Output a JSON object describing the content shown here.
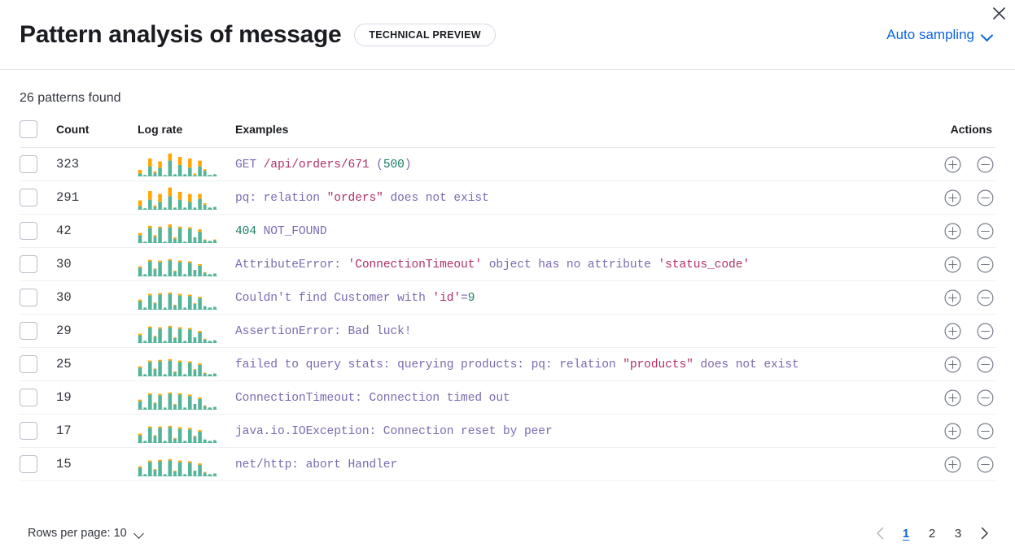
{
  "header": {
    "title": "Pattern analysis of message",
    "badge": "TECHNICAL PREVIEW",
    "sampling_label": "Auto sampling",
    "close_icon": "close-icon",
    "chevron_icon": "chevron-down-icon"
  },
  "summary": {
    "patterns_found": "26 patterns found"
  },
  "table": {
    "columns": {
      "select": "",
      "count": "Count",
      "log_rate": "Log rate",
      "examples": "Examples",
      "actions": "Actions"
    },
    "rows": [
      {
        "count": "323",
        "example_plain": "GET /api/orders/671 (500)",
        "tokens": [
          {
            "t": "GET ",
            "c": "tok-default"
          },
          {
            "t": "/api/orders/671",
            "c": "tok-str"
          },
          {
            "t": " (",
            "c": "tok-default"
          },
          {
            "t": "500",
            "c": "tok-num"
          },
          {
            "t": ")",
            "c": "tok-default"
          }
        ],
        "spark": {
          "teal": [
            4,
            2,
            14,
            5,
            12,
            2,
            22,
            3,
            16,
            3,
            12,
            2,
            14,
            8,
            2,
            3
          ],
          "orange": [
            5,
            0,
            11,
            2,
            9,
            0,
            10,
            0,
            11,
            0,
            13,
            2,
            8,
            2,
            0,
            0
          ]
        }
      },
      {
        "count": "291",
        "example_plain": "pq: relation \"orders\" does not exist",
        "tokens": [
          {
            "t": "pq: relation ",
            "c": "tok-default"
          },
          {
            "t": "\"orders\"",
            "c": "tok-str"
          },
          {
            "t": " does not exist",
            "c": "tok-default"
          }
        ],
        "spark": {
          "teal": [
            5,
            2,
            14,
            4,
            11,
            3,
            19,
            3,
            14,
            3,
            11,
            3,
            15,
            7,
            3,
            4
          ],
          "orange": [
            8,
            0,
            12,
            2,
            11,
            0,
            12,
            0,
            11,
            0,
            11,
            0,
            7,
            2,
            0,
            0
          ]
        }
      },
      {
        "count": "42",
        "example_plain": "404 NOT_FOUND",
        "tokens": [
          {
            "t": "404",
            "c": "tok-num"
          },
          {
            "t": " NOT_FOUND",
            "c": "tok-default"
          }
        ],
        "spark": {
          "teal": [
            11,
            2,
            21,
            9,
            21,
            2,
            22,
            6,
            21,
            2,
            20,
            8,
            16,
            4,
            3,
            4
          ],
          "orange": [
            3,
            0,
            3,
            2,
            2,
            0,
            4,
            2,
            2,
            0,
            2,
            0,
            3,
            1,
            0,
            1
          ]
        }
      },
      {
        "count": "30",
        "example_plain": "AttributeError: 'ConnectionTimeout' object has no attribute 'status_code'",
        "tokens": [
          {
            "t": "AttributeError: ",
            "c": "tok-default"
          },
          {
            "t": "'ConnectionTimeout'",
            "c": "tok-str"
          },
          {
            "t": " object has no attribute ",
            "c": "tok-default"
          },
          {
            "t": "'status_code'",
            "c": "tok-str"
          }
        ],
        "spark": {
          "teal": [
            12,
            3,
            21,
            10,
            20,
            3,
            22,
            7,
            20,
            3,
            19,
            9,
            15,
            5,
            3,
            4
          ],
          "orange": [
            2,
            0,
            2,
            1,
            2,
            0,
            2,
            1,
            2,
            0,
            2,
            0,
            2,
            1,
            0,
            0
          ]
        }
      },
      {
        "count": "30",
        "example_plain": "Couldn't find Customer with 'id'=9",
        "tokens": [
          {
            "t": "Couldn't find Customer with ",
            "c": "tok-default"
          },
          {
            "t": "'id'",
            "c": "tok-str"
          },
          {
            "t": "=",
            "c": "tok-default"
          },
          {
            "t": "9",
            "c": "tok-num"
          }
        ],
        "spark": {
          "teal": [
            12,
            3,
            20,
            9,
            21,
            3,
            22,
            6,
            20,
            3,
            19,
            8,
            16,
            5,
            3,
            4
          ],
          "orange": [
            2,
            0,
            2,
            1,
            2,
            0,
            2,
            1,
            2,
            0,
            2,
            1,
            2,
            0,
            0,
            0
          ]
        }
      },
      {
        "count": "29",
        "example_plain": "AssertionError: Bad luck!",
        "tokens": [
          {
            "t": "AssertionError: Bad luck!",
            "c": "tok-default"
          }
        ],
        "spark": {
          "teal": [
            11,
            3,
            21,
            9,
            20,
            3,
            22,
            7,
            20,
            3,
            19,
            8,
            15,
            5,
            3,
            4
          ],
          "orange": [
            2,
            0,
            2,
            1,
            2,
            0,
            2,
            1,
            2,
            0,
            2,
            0,
            2,
            1,
            0,
            0
          ]
        }
      },
      {
        "count": "25",
        "example_plain": "failed to query stats: querying products: pq: relation \"products\" does not exist",
        "tokens": [
          {
            "t": "failed to query stats: querying products: pq: relation ",
            "c": "tok-default"
          },
          {
            "t": "\"products\"",
            "c": "tok-str"
          },
          {
            "t": " does not exist",
            "c": "tok-default"
          }
        ],
        "spark": {
          "teal": [
            12,
            3,
            20,
            10,
            21,
            3,
            22,
            6,
            20,
            3,
            19,
            9,
            16,
            4,
            3,
            4
          ],
          "orange": [
            2,
            0,
            2,
            1,
            2,
            0,
            2,
            1,
            2,
            0,
            2,
            1,
            2,
            1,
            0,
            0
          ]
        }
      },
      {
        "count": "19",
        "example_plain": "ConnectionTimeout: Connection timed out",
        "tokens": [
          {
            "t": "ConnectionTimeout: Connection timed out",
            "c": "tok-default"
          }
        ],
        "spark": {
          "teal": [
            12,
            3,
            21,
            9,
            20,
            3,
            22,
            7,
            21,
            3,
            19,
            8,
            15,
            5,
            3,
            4
          ],
          "orange": [
            2,
            0,
            2,
            1,
            2,
            0,
            2,
            1,
            2,
            0,
            2,
            0,
            2,
            1,
            0,
            0
          ]
        }
      },
      {
        "count": "17",
        "example_plain": "java.io.IOException: Connection reset by peer",
        "tokens": [
          {
            "t": "java.io.IOException: Connection reset by peer",
            "c": "tok-default"
          }
        ],
        "spark": {
          "teal": [
            11,
            3,
            21,
            10,
            21,
            3,
            22,
            6,
            20,
            3,
            19,
            9,
            16,
            5,
            3,
            4
          ],
          "orange": [
            2,
            0,
            2,
            1,
            2,
            0,
            2,
            1,
            2,
            0,
            2,
            1,
            2,
            0,
            0,
            0
          ]
        }
      },
      {
        "count": "15",
        "example_plain": "net/http: abort Handler",
        "tokens": [
          {
            "t": "net/http: abort Handler",
            "c": "tok-default"
          }
        ],
        "spark": {
          "teal": [
            12,
            3,
            20,
            9,
            21,
            3,
            22,
            7,
            20,
            3,
            19,
            8,
            16,
            5,
            3,
            4
          ],
          "orange": [
            2,
            0,
            2,
            1,
            2,
            0,
            2,
            1,
            2,
            0,
            2,
            0,
            2,
            1,
            0,
            0
          ]
        }
      }
    ],
    "action_icons": {
      "filter_for": "plus-in-circle-icon",
      "filter_out": "minus-in-circle-icon"
    }
  },
  "footer": {
    "rows_per_page_label": "Rows per page: 10",
    "pagination": {
      "prev_icon": "chevron-left-icon",
      "next_icon": "chevron-right-icon",
      "pages": [
        "1",
        "2",
        "3"
      ],
      "active_page": "1"
    }
  },
  "colors": {
    "accent": "#0b64dd",
    "spark_teal": "#54b399",
    "spark_orange": "#ffa500",
    "token_default": "#7c6ab0",
    "token_string": "#b0306a",
    "token_number": "#1a7f64"
  }
}
